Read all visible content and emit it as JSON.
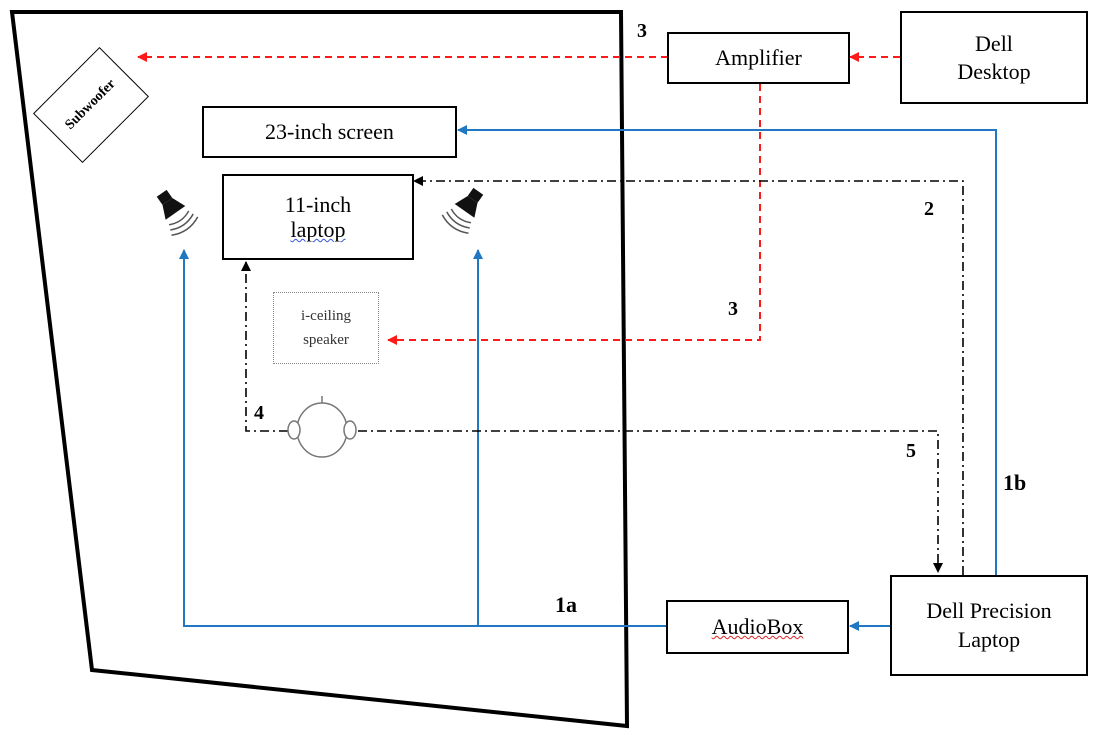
{
  "nodes": {
    "subwoofer": "Subwoofer",
    "screen": "23-inch screen",
    "laptop_line1": "11-inch",
    "laptop_line2": "laptop",
    "ceiling_line1": "i-ceiling",
    "ceiling_line2": "speaker",
    "amplifier": "Amplifier",
    "desktop_line1": "Dell",
    "desktop_line2": "Desktop",
    "audiobox": "AudioBox",
    "precision_line1": "Dell Precision",
    "precision_line2": "Laptop"
  },
  "labels": {
    "l3_top": "3",
    "l3_mid": "3",
    "l2": "2",
    "l4": "4",
    "l5": "5",
    "l1a": "1a",
    "l1b": "1b"
  },
  "colors": {
    "blue": "#1f78c1",
    "red": "#ff1a1a",
    "black": "#000000",
    "squiggle_blue": "#3355dd",
    "squiggle_red": "#dd2222"
  }
}
